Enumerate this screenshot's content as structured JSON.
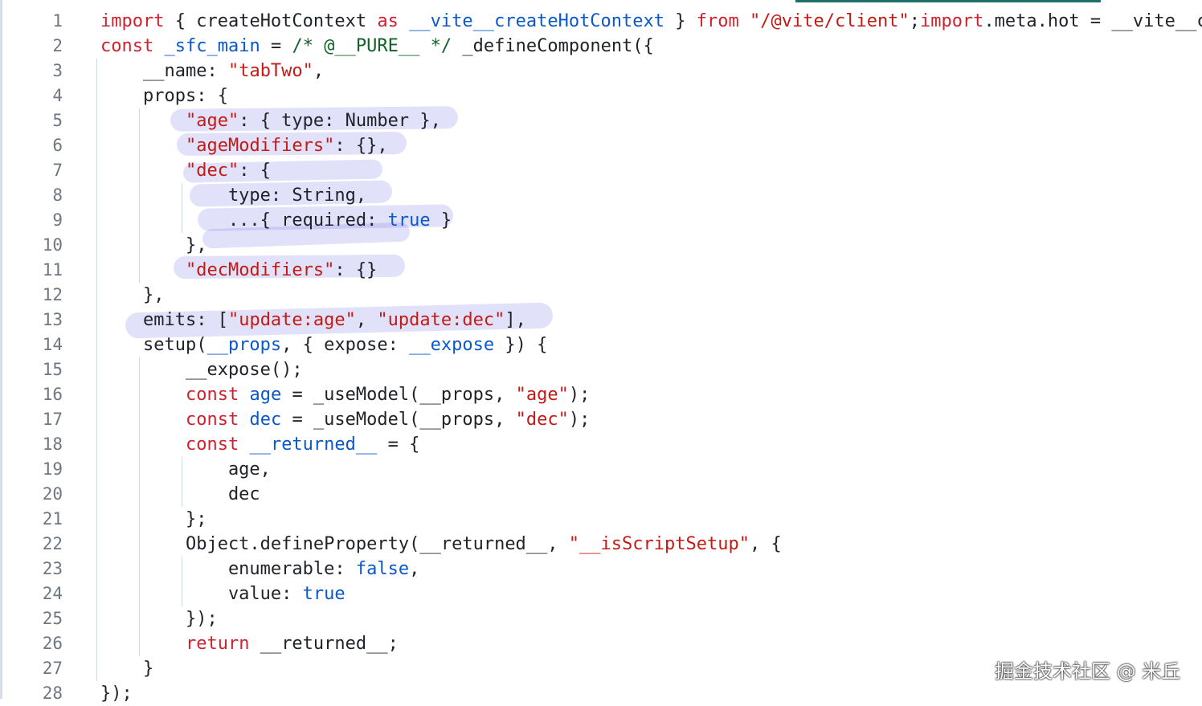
{
  "lines": [
    {
      "n": "1",
      "t": [
        [
          "kw",
          "import"
        ],
        [
          "pl",
          " { createHotContext "
        ],
        [
          "kw",
          "as"
        ],
        [
          "pl",
          " "
        ],
        [
          "id",
          "__vite__createHotContext"
        ],
        [
          "pl",
          " } "
        ],
        [
          "kw",
          "from"
        ],
        [
          "pl",
          " "
        ],
        [
          "str",
          "\"/@vite/client\""
        ],
        [
          "pl",
          ";"
        ],
        [
          "kw",
          "import"
        ],
        [
          "pl",
          ".meta.hot = __vite__c"
        ]
      ]
    },
    {
      "n": "2",
      "t": [
        [
          "kw",
          "const"
        ],
        [
          "pl",
          " "
        ],
        [
          "id",
          "_sfc_main"
        ],
        [
          "pl",
          " = "
        ],
        [
          "cm",
          "/* @__PURE__ */"
        ],
        [
          "pl",
          " _defineComponent({"
        ]
      ]
    },
    {
      "n": "3",
      "t": [
        [
          "pl",
          "    __name: "
        ],
        [
          "str",
          "\"tabTwo\""
        ],
        [
          "pl",
          ","
        ]
      ]
    },
    {
      "n": "4",
      "t": [
        [
          "pl",
          "    props: {"
        ]
      ]
    },
    {
      "n": "5",
      "t": [
        [
          "pl",
          "        "
        ],
        [
          "str",
          "\"age\""
        ],
        [
          "pl",
          ": { type: Number },"
        ]
      ]
    },
    {
      "n": "6",
      "t": [
        [
          "pl",
          "        "
        ],
        [
          "str",
          "\"ageModifiers\""
        ],
        [
          "pl",
          ": {},"
        ]
      ]
    },
    {
      "n": "7",
      "t": [
        [
          "pl",
          "        "
        ],
        [
          "str",
          "\"dec\""
        ],
        [
          "pl",
          ": {"
        ]
      ]
    },
    {
      "n": "8",
      "t": [
        [
          "pl",
          "            type: String,"
        ]
      ]
    },
    {
      "n": "9",
      "t": [
        [
          "pl",
          "            ...{ required: "
        ],
        [
          "id",
          "true"
        ],
        [
          "pl",
          " }"
        ]
      ]
    },
    {
      "n": "10",
      "t": [
        [
          "pl",
          "        },"
        ]
      ]
    },
    {
      "n": "11",
      "t": [
        [
          "pl",
          "        "
        ],
        [
          "str",
          "\"decModifiers\""
        ],
        [
          "pl",
          ": {}"
        ]
      ]
    },
    {
      "n": "12",
      "t": [
        [
          "pl",
          "    },"
        ]
      ]
    },
    {
      "n": "13",
      "t": [
        [
          "pl",
          "    emits: ["
        ],
        [
          "str",
          "\"update:age\""
        ],
        [
          "pl",
          ", "
        ],
        [
          "str",
          "\"update:dec\""
        ],
        [
          "pl",
          "],"
        ]
      ]
    },
    {
      "n": "14",
      "t": [
        [
          "pl",
          "    setup("
        ],
        [
          "id",
          "__props"
        ],
        [
          "pl",
          ", { expose: "
        ],
        [
          "id",
          "__expose"
        ],
        [
          "pl",
          " }) {"
        ]
      ]
    },
    {
      "n": "15",
      "t": [
        [
          "pl",
          "        __expose();"
        ]
      ]
    },
    {
      "n": "16",
      "t": [
        [
          "pl",
          "        "
        ],
        [
          "kw",
          "const"
        ],
        [
          "pl",
          " "
        ],
        [
          "id",
          "age"
        ],
        [
          "pl",
          " = _useModel(__props, "
        ],
        [
          "str",
          "\"age\""
        ],
        [
          "pl",
          ");"
        ]
      ]
    },
    {
      "n": "17",
      "t": [
        [
          "pl",
          "        "
        ],
        [
          "kw",
          "const"
        ],
        [
          "pl",
          " "
        ],
        [
          "id",
          "dec"
        ],
        [
          "pl",
          " = _useModel(__props, "
        ],
        [
          "str",
          "\"dec\""
        ],
        [
          "pl",
          ");"
        ]
      ]
    },
    {
      "n": "18",
      "t": [
        [
          "pl",
          "        "
        ],
        [
          "kw",
          "const"
        ],
        [
          "pl",
          " "
        ],
        [
          "id",
          "__returned__"
        ],
        [
          "pl",
          " = {"
        ]
      ]
    },
    {
      "n": "19",
      "t": [
        [
          "pl",
          "            age,"
        ]
      ]
    },
    {
      "n": "20",
      "t": [
        [
          "pl",
          "            dec"
        ]
      ]
    },
    {
      "n": "21",
      "t": [
        [
          "pl",
          "        };"
        ]
      ]
    },
    {
      "n": "22",
      "t": [
        [
          "pl",
          "        Object.defineProperty(__returned__, "
        ],
        [
          "str",
          "\"__isScriptSetup\""
        ],
        [
          "pl",
          ", {"
        ]
      ]
    },
    {
      "n": "23",
      "t": [
        [
          "pl",
          "            enumerable: "
        ],
        [
          "id",
          "false"
        ],
        [
          "pl",
          ","
        ]
      ]
    },
    {
      "n": "24",
      "t": [
        [
          "pl",
          "            value: "
        ],
        [
          "id",
          "true"
        ]
      ]
    },
    {
      "n": "25",
      "t": [
        [
          "pl",
          "        });"
        ]
      ]
    },
    {
      "n": "26",
      "t": [
        [
          "pl",
          "        "
        ],
        [
          "kw",
          "return"
        ],
        [
          "pl",
          " __returned__;"
        ]
      ]
    },
    {
      "n": "27",
      "t": [
        [
          "pl",
          "    }"
        ]
      ]
    },
    {
      "n": "28",
      "t": [
        [
          "pl",
          "});"
        ]
      ]
    }
  ],
  "colors": {
    "keyword": "#cf222e",
    "string": "#c41a16",
    "identifier": "#0a58ca",
    "comment": "#116329",
    "plain": "#1f2328",
    "line_number": "#6e7781",
    "highlight": "rgba(120,120,230,0.22)"
  },
  "watermark": "掘金技术社区 @ 米丘"
}
